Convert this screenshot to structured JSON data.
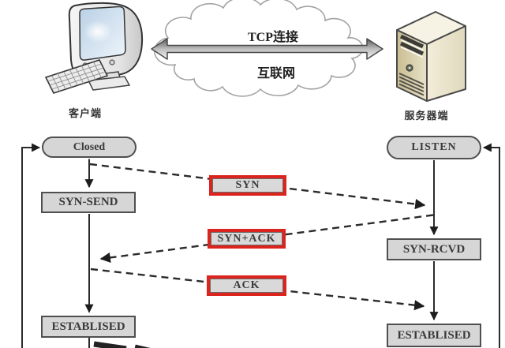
{
  "diagram": {
    "type": "tcp-three-way-handshake",
    "network": {
      "cloud_top_label": "TCP连接",
      "cloud_bottom_label": "互联网",
      "client_label": "客户端",
      "server_label": "服务器端"
    },
    "client_states": {
      "closed": "Closed",
      "syn_send": "SYN-SEND",
      "establised": "ESTABLISED"
    },
    "server_states": {
      "listen": "LISTEN",
      "syn_rcvd": "SYN-RCVD",
      "establised": "ESTABLISED"
    },
    "messages": {
      "syn": "SYN",
      "syn_ack": "SYN+ACK",
      "ack": "ACK"
    },
    "icons": {
      "client": "desktop-computer-icon",
      "server": "server-tower-icon",
      "network": "cloud-icon",
      "link": "double-headed-arrow-icon"
    },
    "colors": {
      "message_border": "#dc241f",
      "node_fill": "#d6d6d6",
      "node_border": "#4f4f4f",
      "arrow_line": "#2b2b2b",
      "cloud_outline": "#a3a3a3"
    }
  }
}
